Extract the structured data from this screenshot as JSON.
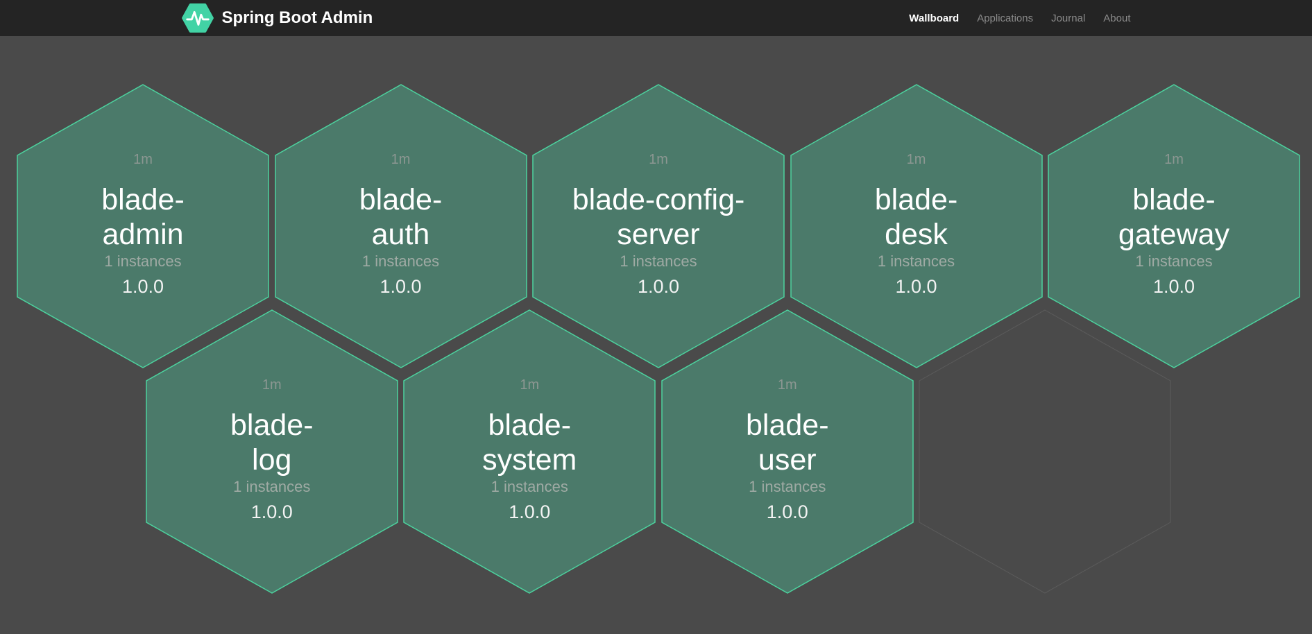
{
  "header": {
    "brand": "Spring Boot Admin",
    "nav": [
      {
        "id": "wallboard",
        "label": "Wallboard",
        "active": true
      },
      {
        "id": "applications",
        "label": "Applications",
        "active": false
      },
      {
        "id": "journal",
        "label": "Journal",
        "active": false
      },
      {
        "id": "about",
        "label": "About",
        "active": false
      }
    ]
  },
  "wallboard": {
    "apps": [
      {
        "name": "blade-admin",
        "name_lines": [
          "blade-",
          "admin"
        ],
        "time": "1m",
        "instances": "1 instances",
        "version": "1.0.0"
      },
      {
        "name": "blade-auth",
        "name_lines": [
          "blade-",
          "auth"
        ],
        "time": "1m",
        "instances": "1 instances",
        "version": "1.0.0"
      },
      {
        "name": "blade-config-server",
        "name_lines": [
          "blade-config-",
          "server"
        ],
        "time": "1m",
        "instances": "1 instances",
        "version": "1.0.0"
      },
      {
        "name": "blade-desk",
        "name_lines": [
          "blade-",
          "desk"
        ],
        "time": "1m",
        "instances": "1 instances",
        "version": "1.0.0"
      },
      {
        "name": "blade-gateway",
        "name_lines": [
          "blade-",
          "gateway"
        ],
        "time": "1m",
        "instances": "1 instances",
        "version": "1.0.0"
      },
      {
        "name": "blade-log",
        "name_lines": [
          "blade-",
          "log"
        ],
        "time": "1m",
        "instances": "1 instances",
        "version": "1.0.0"
      },
      {
        "name": "blade-system",
        "name_lines": [
          "blade-",
          "system"
        ],
        "time": "1m",
        "instances": "1 instances",
        "version": "1.0.0"
      },
      {
        "name": "blade-user",
        "name_lines": [
          "blade-",
          "user"
        ],
        "time": "1m",
        "instances": "1 instances",
        "version": "1.0.0"
      }
    ],
    "empty_slots": [
      {
        "row": 1,
        "col": 3
      }
    ]
  },
  "icons": {
    "brand_logo": "pulse-hexagon-icon"
  },
  "colors": {
    "page_bg": "#4a4a4a",
    "header_bg": "#242424",
    "hex_fill": "#4b7a6a",
    "hex_border": "#4cd29e",
    "brand_green": "#42d3a5",
    "empty_hex_border": "#5c5c5c",
    "nav_inactive": "#8b8b8b",
    "text_muted": "#9faaa4",
    "text_dim": "#8c9792"
  }
}
